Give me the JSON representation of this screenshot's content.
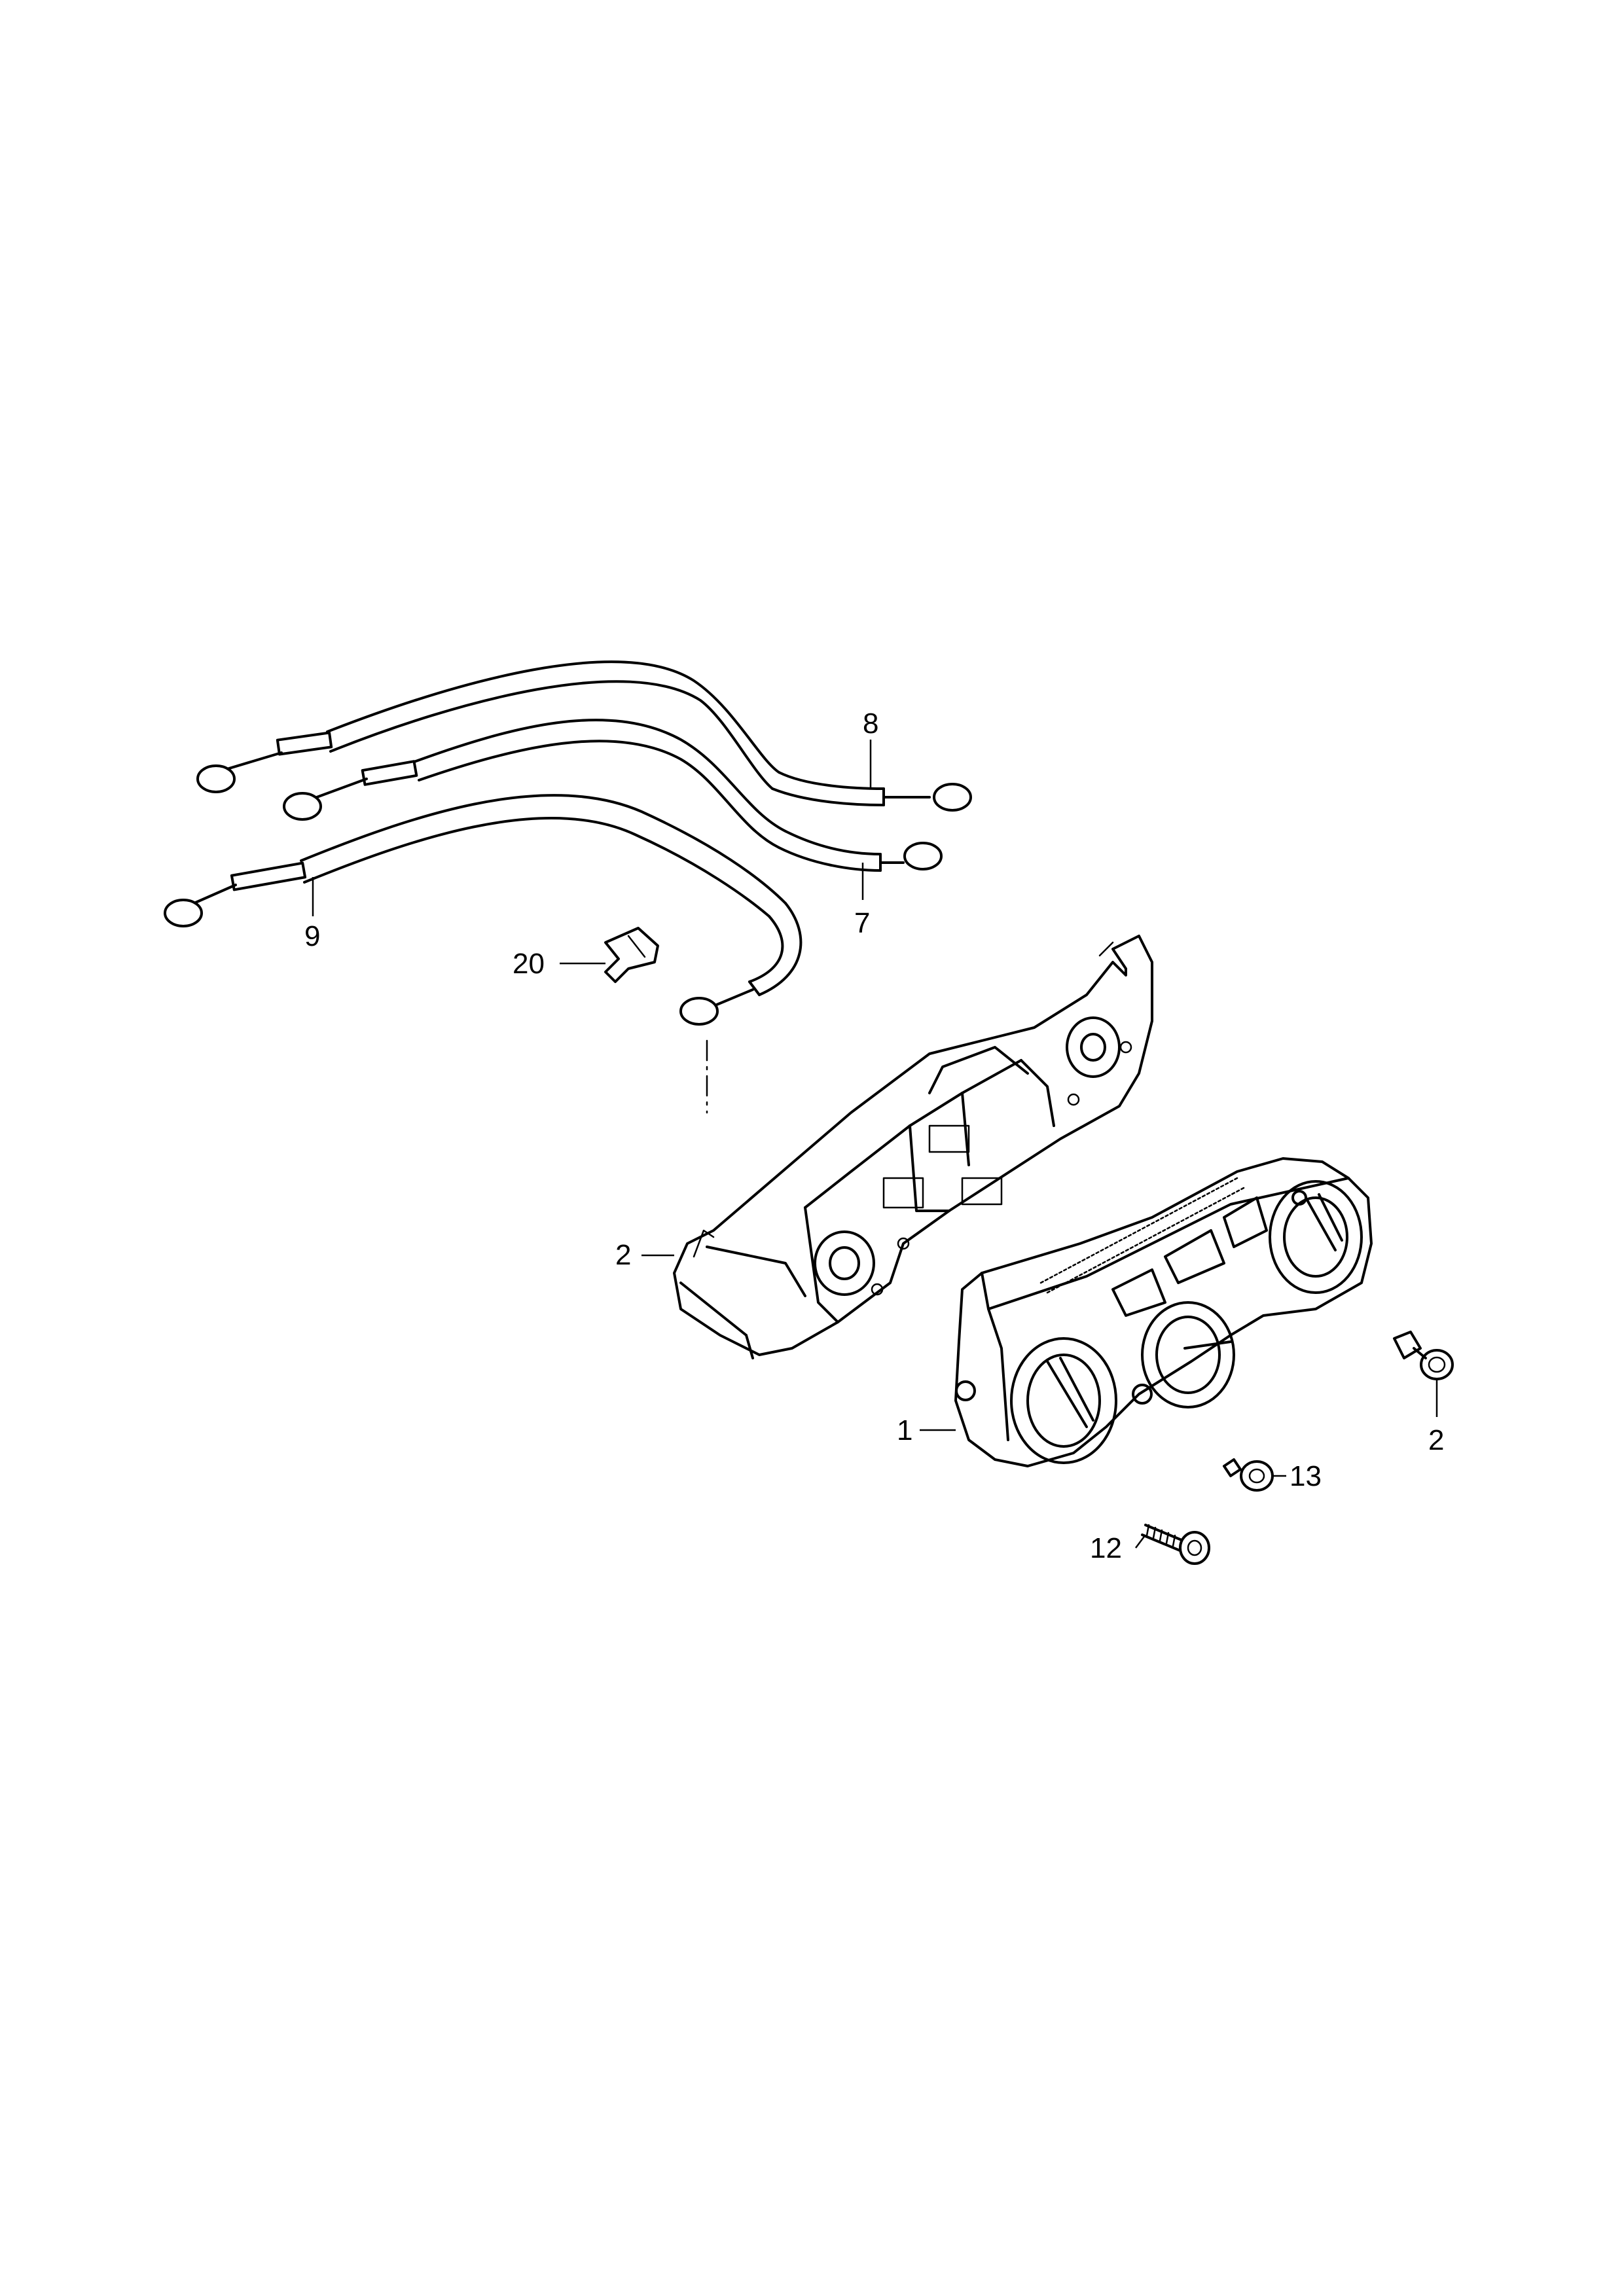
{
  "callouts": [
    {
      "id": "8",
      "label": "8"
    },
    {
      "id": "7",
      "label": "7"
    },
    {
      "id": "9",
      "label": "9"
    },
    {
      "id": "20",
      "label": "20"
    },
    {
      "id": "2a",
      "label": "2"
    },
    {
      "id": "1",
      "label": "1"
    },
    {
      "id": "2b",
      "label": "2"
    },
    {
      "id": "13",
      "label": "13"
    },
    {
      "id": "12",
      "label": "12"
    }
  ]
}
